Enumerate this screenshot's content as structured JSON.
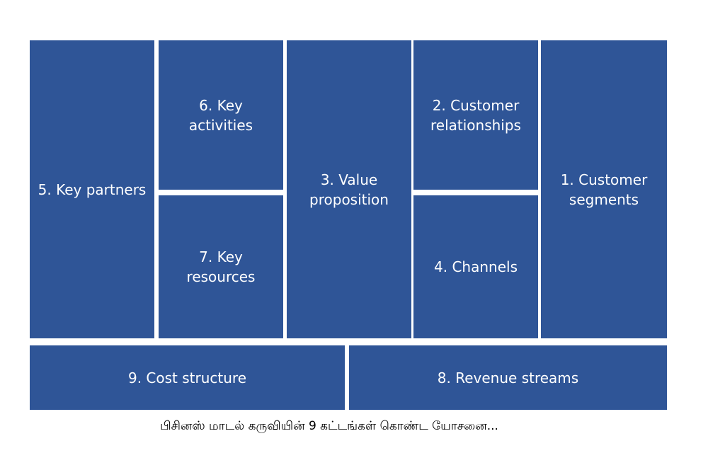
{
  "blocks": {
    "key_partners": "5. Key partners",
    "key_activities": "6. Key activities",
    "key_resources": "7. Key resources",
    "value_proposition": "3. Value proposition",
    "customer_relationships": "2. Customer relationships",
    "channels": "4. Channels",
    "customer_segments": "1. Customer segments",
    "cost_structure": "9. Cost structure",
    "revenue_streams": "8. Revenue streams"
  },
  "caption": "பிசினஸ் மாடல் கருவியின் 9 கட்டங்கள் கொண்ட யோசனை...",
  "colors": {
    "block_fill": "#2f5597",
    "block_text": "#ffffff",
    "background": "#ffffff"
  }
}
